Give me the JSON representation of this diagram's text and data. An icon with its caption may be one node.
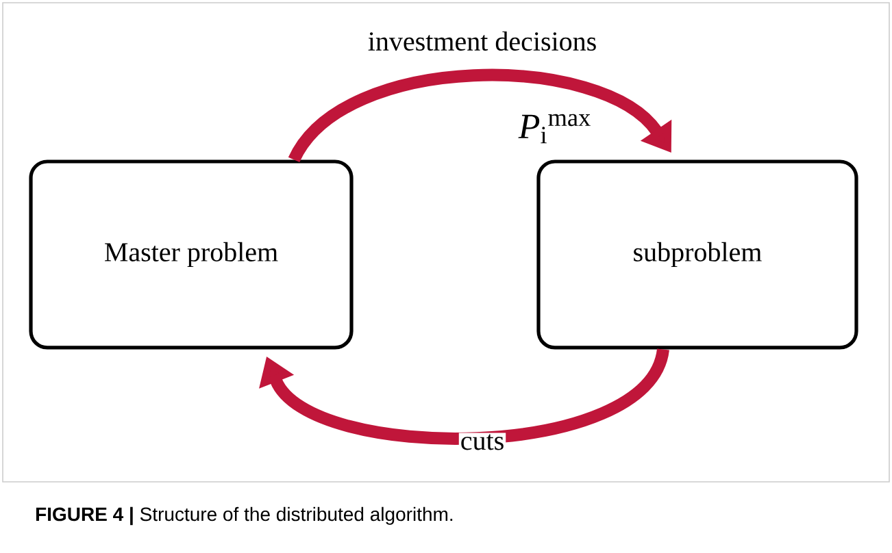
{
  "diagram": {
    "caption": "**FIGURE 4 |** Structure of the distributed algorithm.",
    "nodes": [
      {
        "text": [
          "Master problem"
        ]
      },
      {
        "text": [
          "subproblem"
        ]
      }
    ],
    "edges": [
      {
        "from": 0,
        "to": 1,
        "arrow": "to",
        "label": "investment decisions"
      },
      {
        "from": 1,
        "to": 0,
        "arrow": "to",
        "label": "cuts"
      }
    ],
    "labels": [
      "*P*$_{i}$$^{max}$"
    ]
  }
}
